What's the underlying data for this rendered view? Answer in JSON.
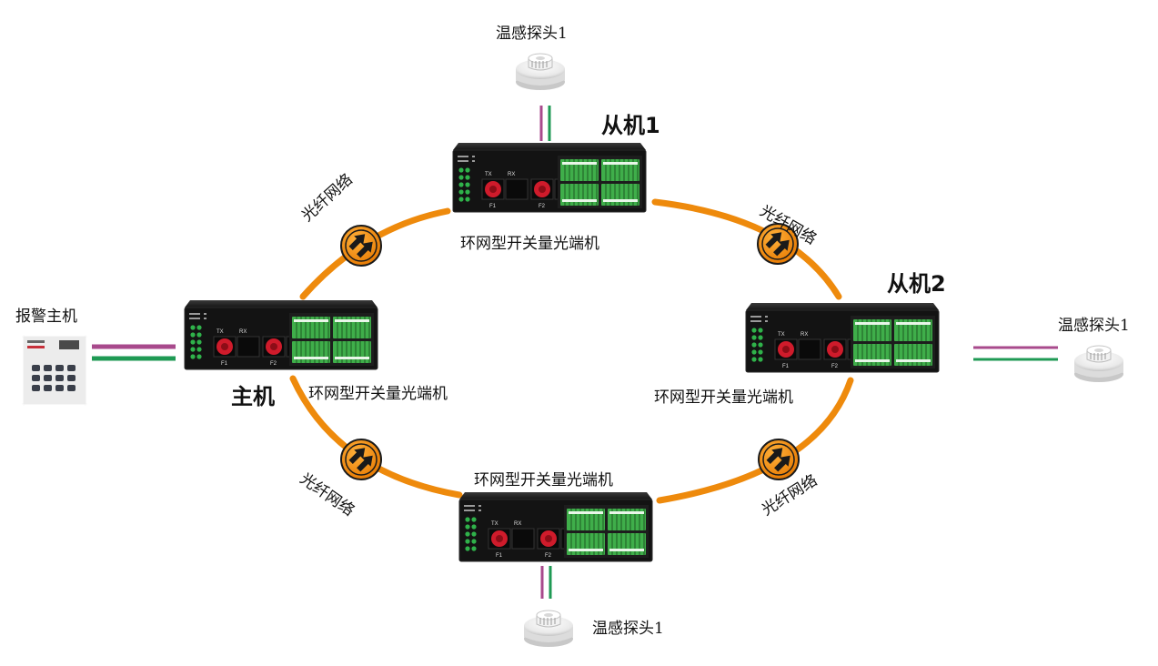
{
  "colors": {
    "fiber_ring": "#ee8a0c",
    "link_magenta": "#a84a8c",
    "link_green": "#1f9a54",
    "device_body": "#121212",
    "terminal_green": "#3fae4a",
    "port_red": "#cf1b2b"
  },
  "icons": {
    "fiber_badge": "double-arrow-badge-icon",
    "sensor": "smoke-sensor-icon",
    "alarm_panel": "alarm-keypad-icon"
  },
  "devices": {
    "top": {
      "title": "从机1",
      "caption": "环网型开关量光端机"
    },
    "right": {
      "title": "从机2",
      "caption": "环网型开关量光端机"
    },
    "left": {
      "title": "主机",
      "caption": "环网型开关量光端机"
    },
    "bottom": {
      "caption": "环网型开关量光端机"
    }
  },
  "panel_text": {
    "tx": "TX",
    "rx": "RX",
    "f1": "F1",
    "f2": "F2"
  },
  "sensors": {
    "top": "温感探头1",
    "right": "温感探头1",
    "bottom": "温感探头1"
  },
  "alarm_host": {
    "label": "报警主机"
  },
  "fiber_links": {
    "top_left": "光纤网络",
    "top_right": "光纤网络",
    "bottom_left": "光纤网络",
    "bottom_right": "光纤网络"
  }
}
